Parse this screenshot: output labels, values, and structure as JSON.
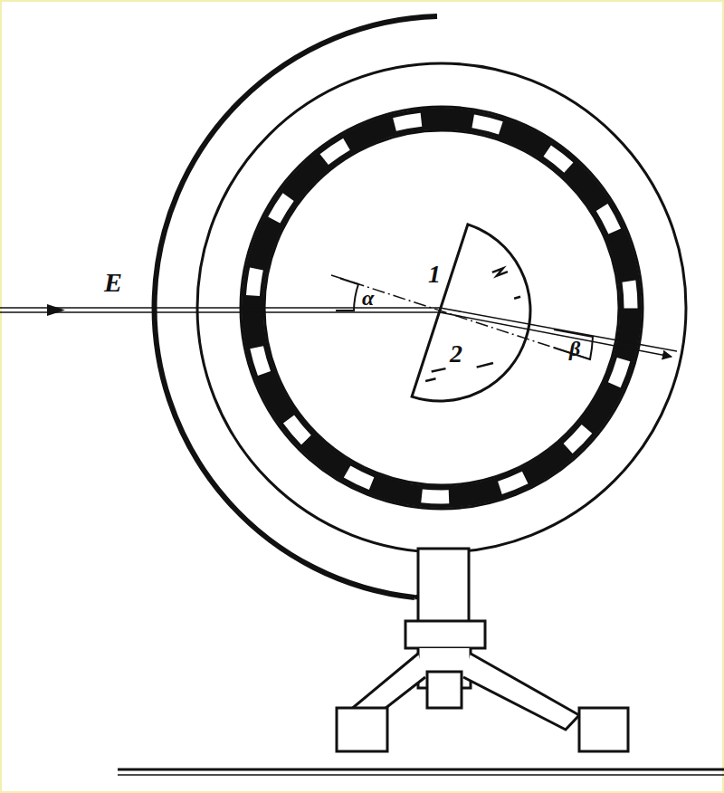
{
  "diagram": {
    "labels": [
      "E",
      "1",
      "2",
      "α",
      "β"
    ]
  }
}
